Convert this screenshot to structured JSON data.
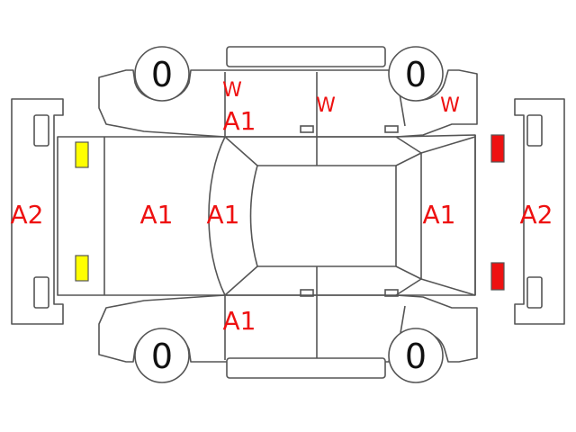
{
  "tires": {
    "front_left": "0",
    "front_right": "0",
    "rear_left": "0",
    "rear_right": "0"
  },
  "marks": {
    "a1": "A1",
    "a2": "A2",
    "w": "W"
  },
  "colors": {
    "mark_red": "#ee1111",
    "front_lamp": "#ffff00",
    "rear_lamp": "#ee1111",
    "outline": "#555555"
  }
}
